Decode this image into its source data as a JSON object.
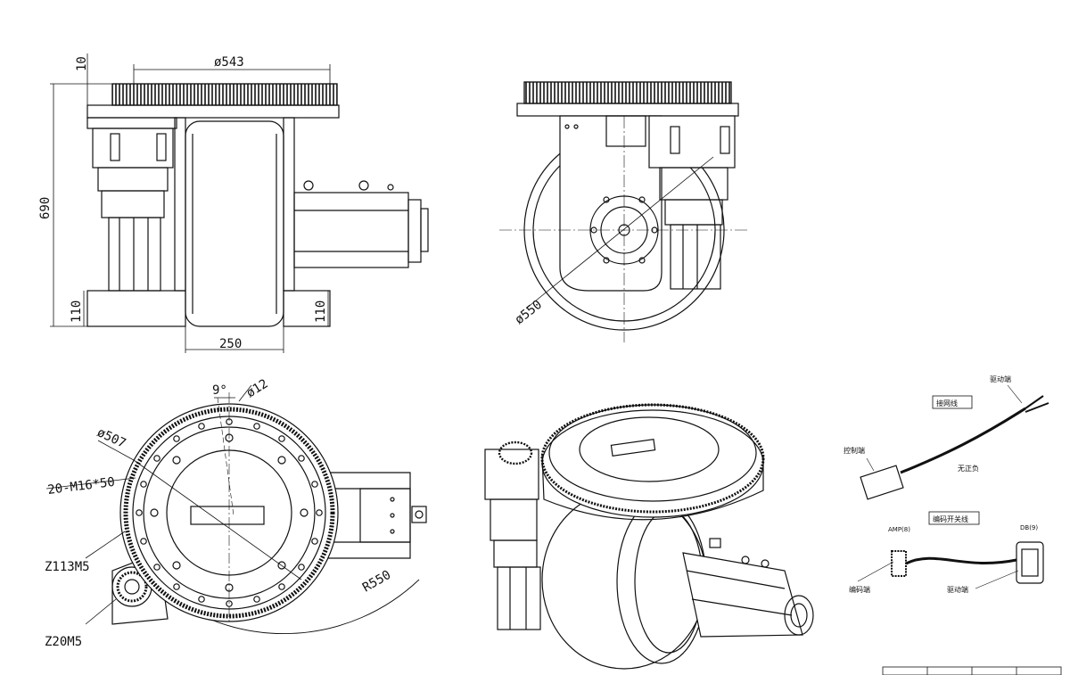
{
  "views": {
    "front": {
      "dim_width": "ø543",
      "dim_top": "10",
      "dim_height": "690",
      "dim_bottom_left": "110",
      "dim_bottom_right": "110",
      "dim_wheel": "250"
    },
    "side": {
      "dim_wheel_dia": "ø550"
    },
    "top": {
      "dim_angle": "9°",
      "dim_hole": "ø12",
      "dim_pcd": "ø507",
      "dim_bolts": "20-M16*50",
      "dim_ring_gear": "Z113M5",
      "dim_pinion": "Z20M5",
      "dim_radius": "R550"
    }
  },
  "wiring": {
    "cable1": {
      "title": "接网线",
      "end_a": "驱动端",
      "end_b": "控制端",
      "note": "无正负"
    },
    "cable2": {
      "title": "编码开关线",
      "left_conn": "AMP(8)",
      "right_conn": "DB(9)",
      "end_left": "编码端",
      "end_right": "驱动端"
    }
  },
  "colors": {
    "line": "#111111",
    "paper": "#ffffff"
  }
}
